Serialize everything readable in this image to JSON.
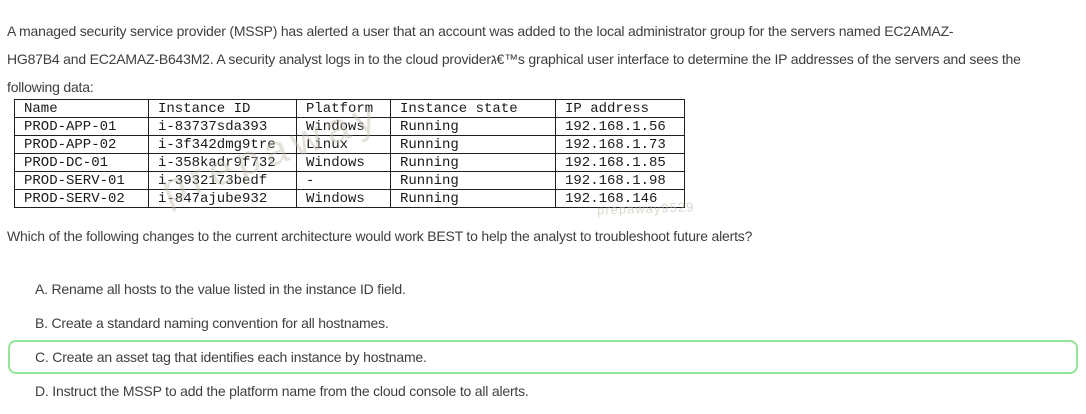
{
  "page": {
    "stem_lines": [
      "A managed security service provider (MSSP) has alerted a user that an account was added to the local administrator group for the servers named EC2AMAZ-",
      "HG87B4 and EC2AMAZ-B643M2. A security analyst logs in to the cloud providerג€™s graphical user interface to determine the IP addresses of the servers and sees the",
      "following data:"
    ],
    "question": "Which of the following changes to the current architecture would work BEST to help the analyst to troubleshoot future alerts?"
  },
  "table": {
    "headers": [
      "Name",
      "Instance ID",
      "Platform",
      "Instance state",
      "IP address"
    ],
    "rows": [
      [
        "PROD-APP-01",
        "i-83737sda393",
        "Windows",
        "Running",
        "192.168.1.56"
      ],
      [
        "PROD-APP-02",
        "i-3f342dmg9tre",
        "Linux",
        "Running",
        "192.168.1.73"
      ],
      [
        "PROD-DC-01",
        "i-358kadr9f732",
        "Windows",
        "Running",
        "192.168.1.85"
      ],
      [
        "PROD-SERV-01",
        "i-3932173bedf",
        "-",
        "Running",
        "192.168.1.98"
      ],
      [
        "PROD-SERV-02",
        "i-847ajube932",
        "Windows",
        "Running",
        "192.168.146"
      ]
    ],
    "watermark_diagonal": "prepaway",
    "watermark_corner": "prepaway9529"
  },
  "options": {
    "a": "A. Rename all hosts to the value listed in the instance ID field.",
    "b": "B. Create a standard naming convention for all hostnames.",
    "c": "C. Create an asset tag that identifies each instance by hostname.",
    "d": "D. Instruct the MSSP to add the platform name from the cloud console to all alerts.",
    "selected": "C"
  },
  "colors": {
    "highlight_border": "#94e594",
    "body_text": "#3e3e3e",
    "table_text": "#1a1a1a"
  }
}
